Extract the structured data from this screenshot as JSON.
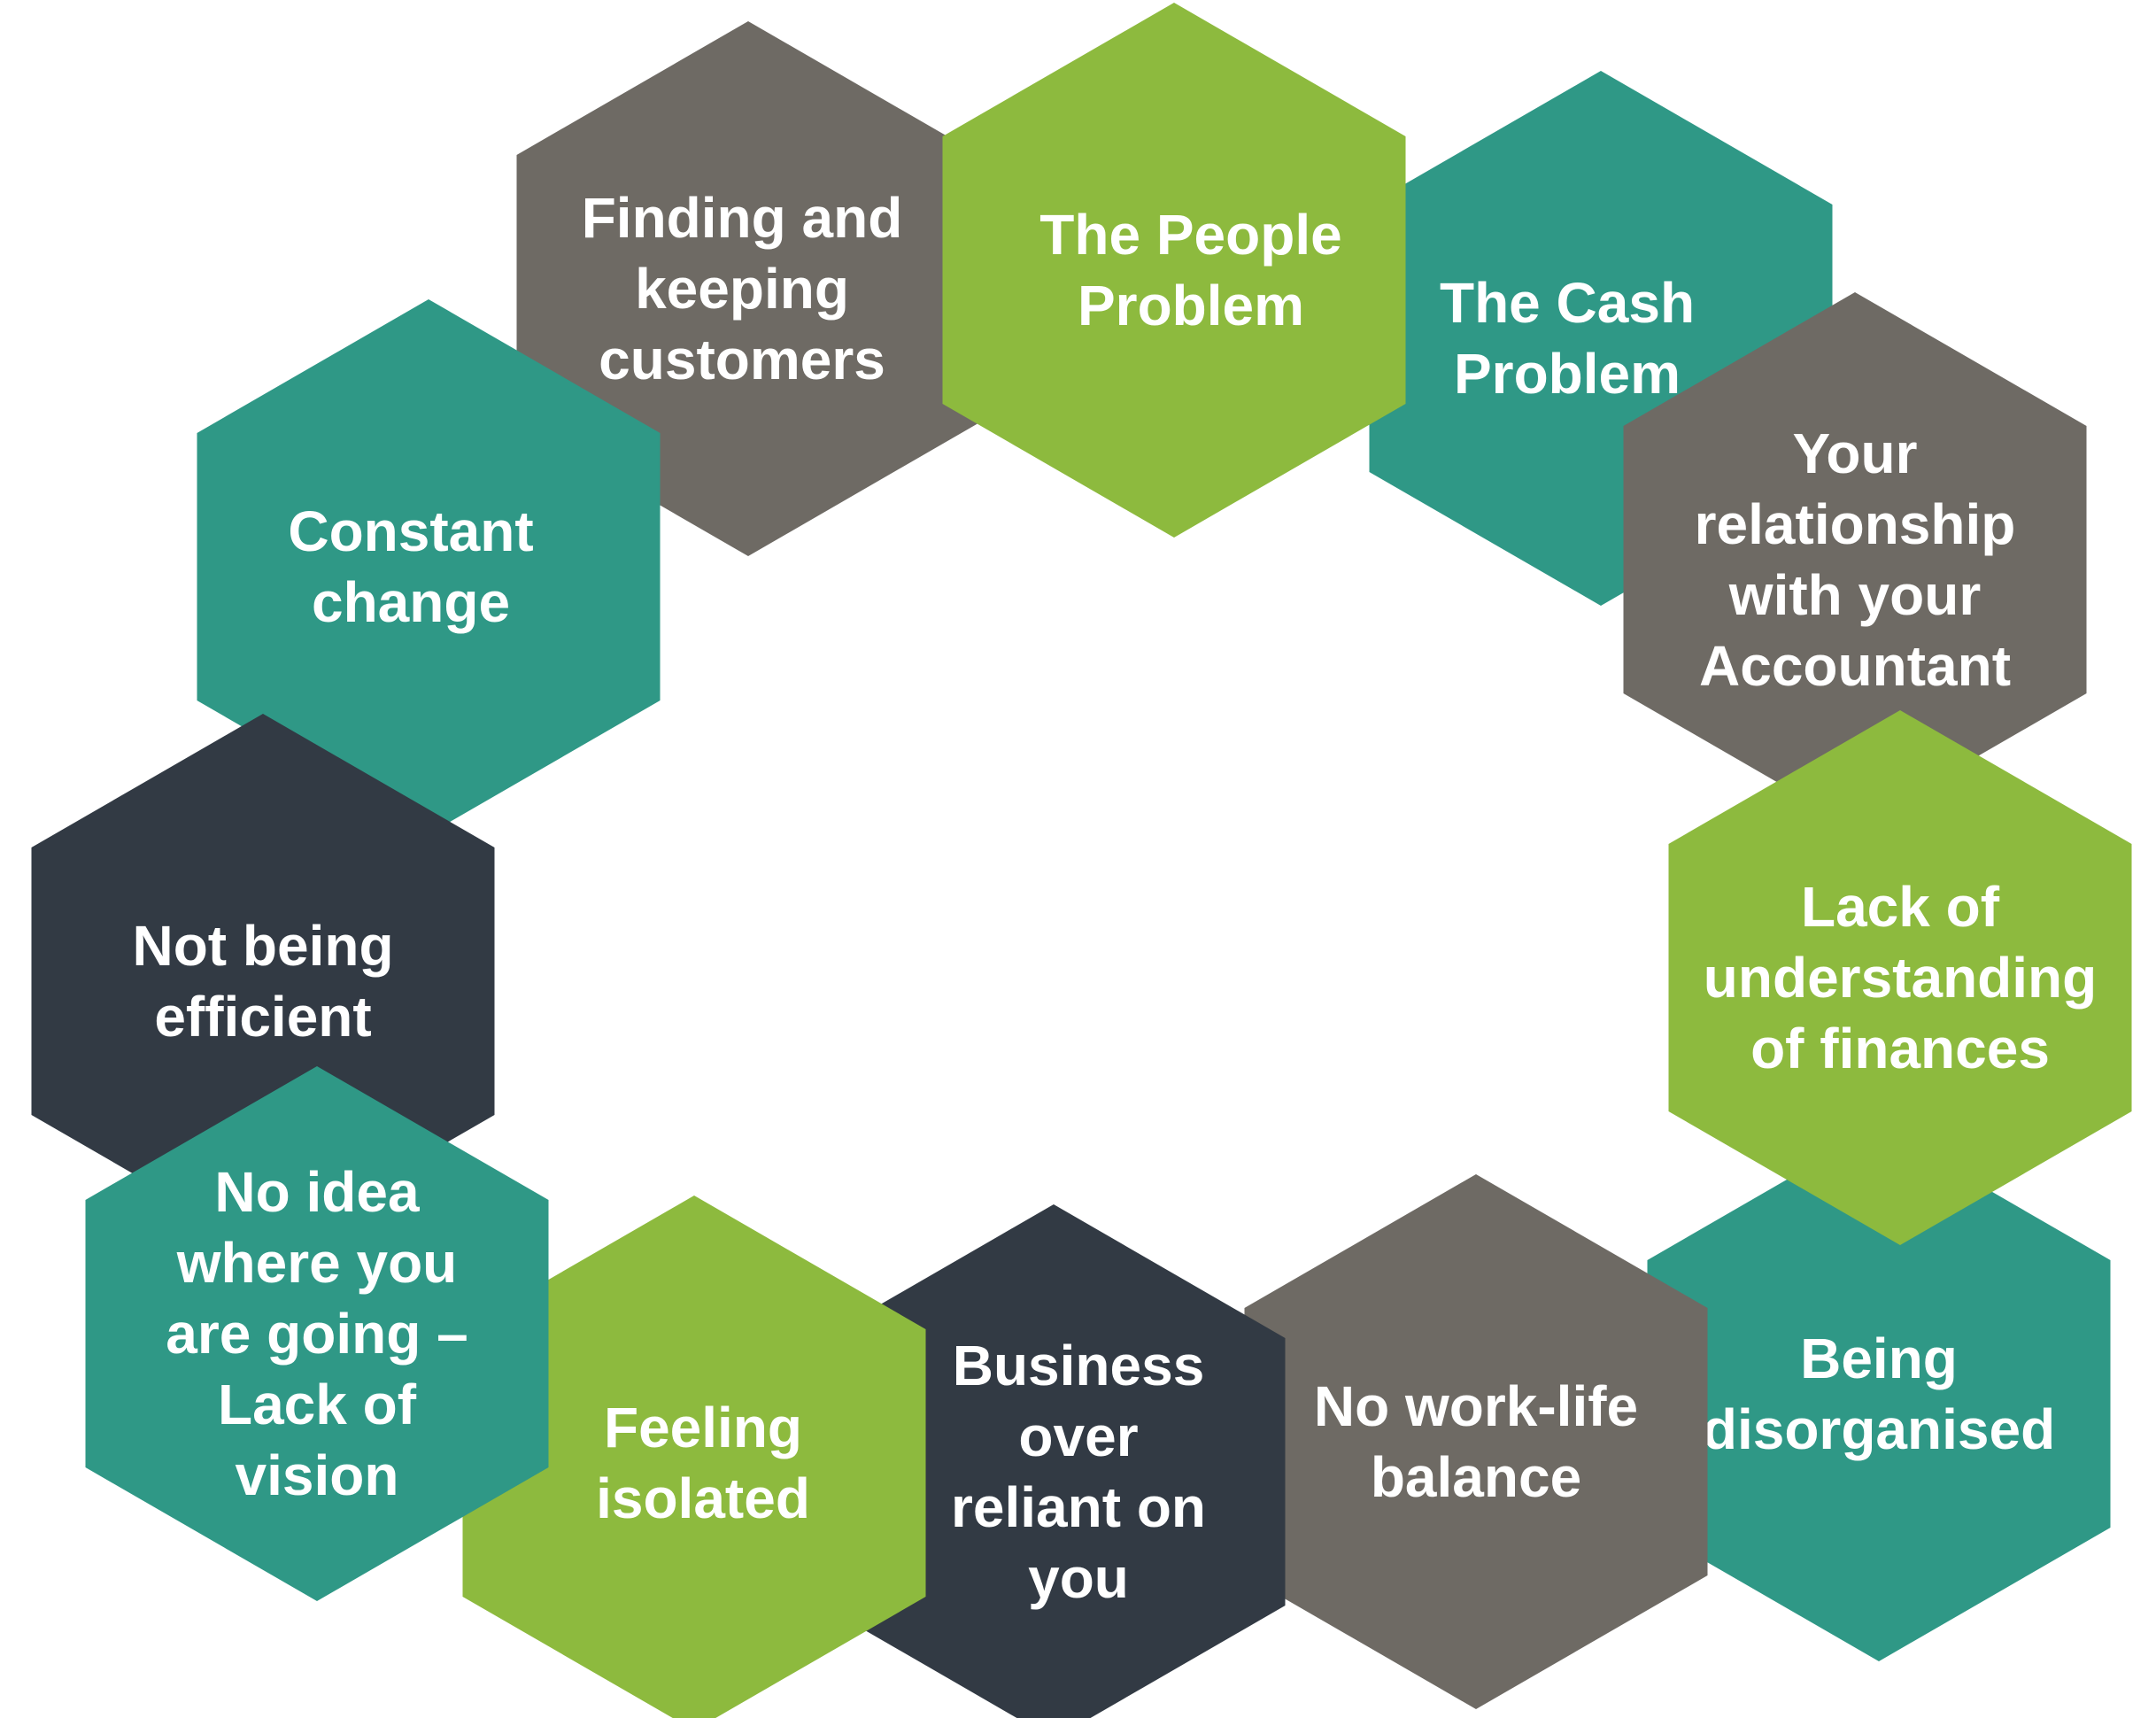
{
  "colors": {
    "grey": "#6e6a64",
    "green": "#8dba3e",
    "teal": "#2f9886",
    "dark": "#323a44",
    "text": "#ffffff"
  },
  "hexagons": [
    {
      "id": "finding-customers",
      "color": "grey",
      "lines": [
        "Finding and",
        "keeping",
        "customers"
      ]
    },
    {
      "id": "constant-change",
      "color": "teal",
      "lines": [
        "Constant",
        "change"
      ]
    },
    {
      "id": "cash-problem",
      "color": "teal",
      "lines": [
        "The Cash",
        "Problem"
      ]
    },
    {
      "id": "people-problem",
      "color": "green",
      "lines": [
        "The People",
        "Problem"
      ]
    },
    {
      "id": "not-efficient",
      "color": "dark",
      "lines": [
        "Not being",
        "efficient"
      ]
    },
    {
      "id": "accountant",
      "color": "grey",
      "lines": [
        "Your",
        "relationship",
        "with your",
        "Accountant"
      ]
    },
    {
      "id": "disorganised",
      "color": "teal",
      "lines": [
        "Being",
        "disorganised"
      ]
    },
    {
      "id": "finances",
      "color": "green",
      "lines": [
        "Lack of",
        "understanding",
        "of finances"
      ]
    },
    {
      "id": "work-life",
      "color": "grey",
      "lines": [
        "No work-life",
        "balance"
      ]
    },
    {
      "id": "over-reliant",
      "color": "dark",
      "lines": [
        "Business",
        "over",
        "reliant on",
        "you"
      ]
    },
    {
      "id": "isolated",
      "color": "green",
      "lines": [
        "Feeling",
        "isolated"
      ]
    },
    {
      "id": "no-vision",
      "color": "teal",
      "lines": [
        "No idea",
        "where you",
        "are going –",
        "Lack of",
        "vision"
      ]
    }
  ]
}
